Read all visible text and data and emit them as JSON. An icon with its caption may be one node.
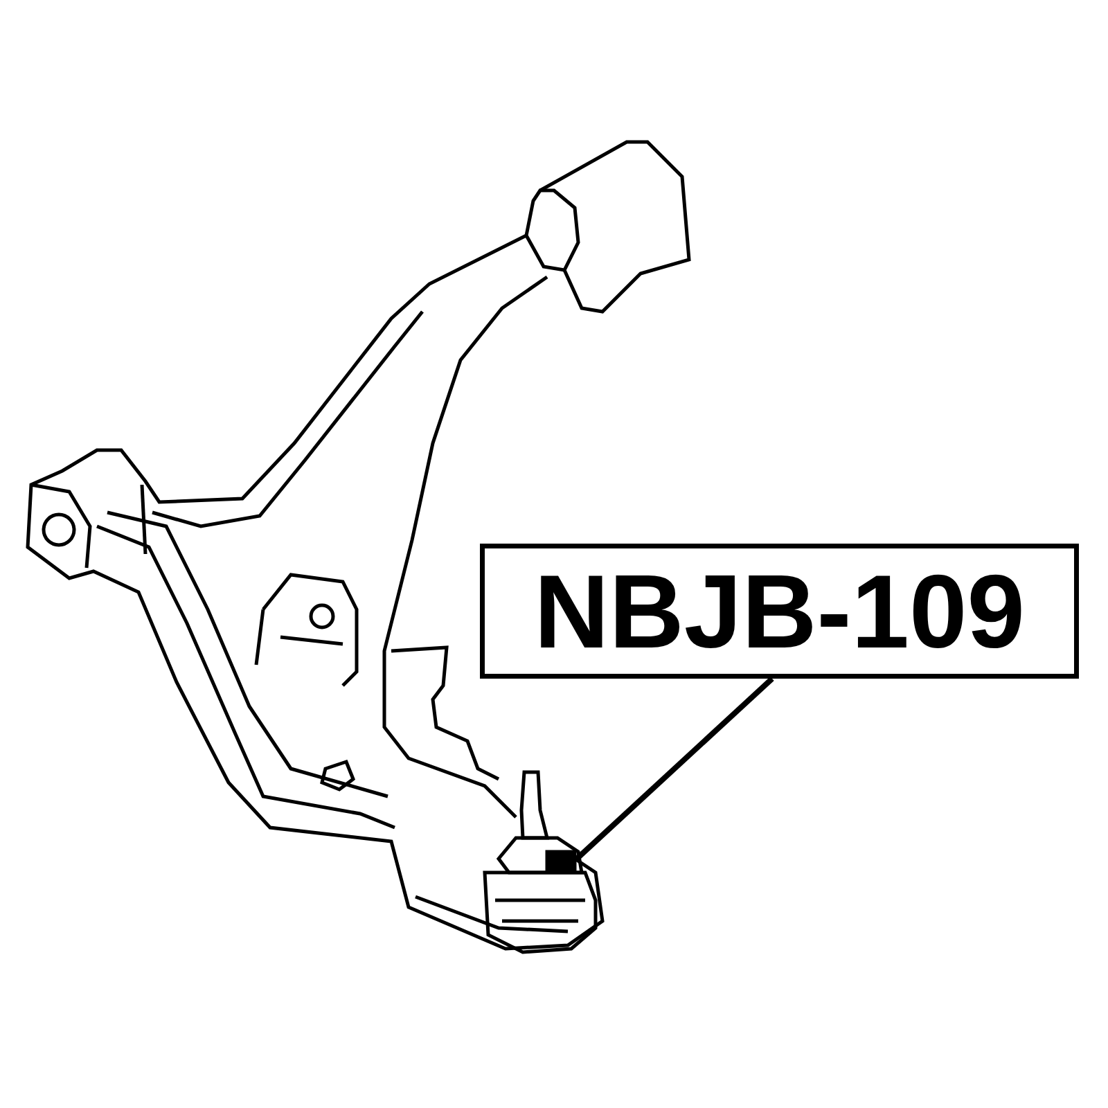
{
  "diagram": {
    "nodes": [
      {
        "text": [
          "NBJB-109"
        ]
      },
      {
        "text": [],
        "shape": "picture"
      }
    ],
    "edges": [
      {
        "from": 0,
        "to": 1,
        "arrow": "none"
      }
    ]
  }
}
